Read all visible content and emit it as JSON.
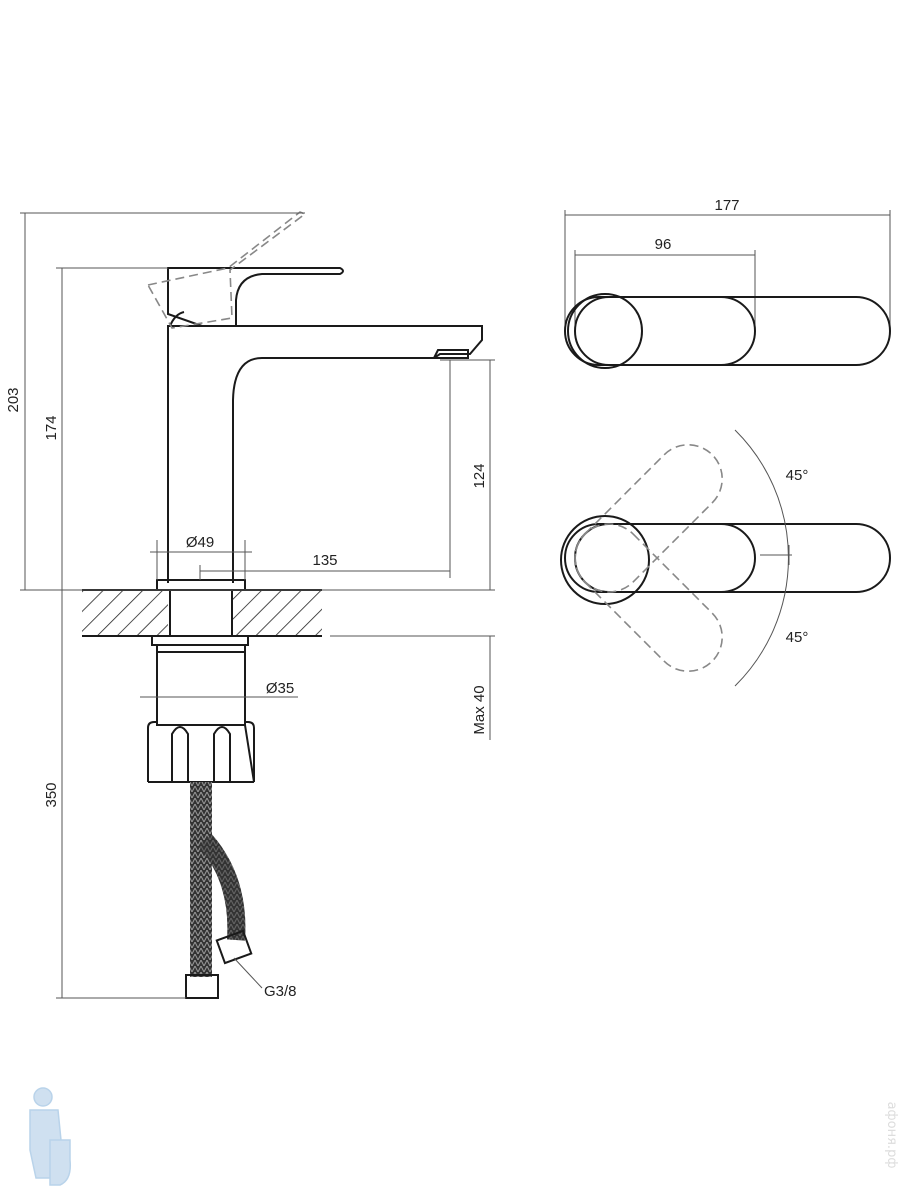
{
  "dimensions": {
    "total_height": "203",
    "handle_height": "174",
    "hose_length": "350",
    "spout_height": "124",
    "body_diameter": "Ø49",
    "spout_reach": "135",
    "shank_diameter": "Ø35",
    "max_countertop": "Max 40",
    "thread": "G3/8",
    "top_total_length": "177",
    "top_handle_length": "96",
    "rotation_left": "45°",
    "rotation_right": "45°"
  },
  "watermark": "афоня.рф",
  "colors": {
    "line": "#1a1a1a",
    "logo": "#b9d3ea"
  }
}
